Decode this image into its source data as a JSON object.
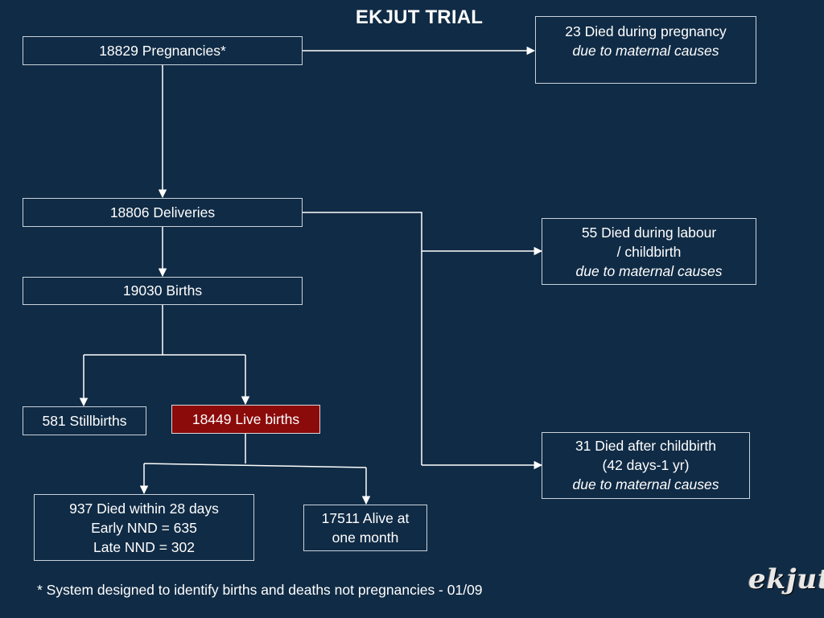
{
  "title": "EKJUT TRIAL",
  "nodes": {
    "pregnancies": "18829 Pregnancies*",
    "died_pregnancy": {
      "line1": "23 Died during pregnancy",
      "line2": "due to maternal causes"
    },
    "deliveries": "18806 Deliveries",
    "died_labour": {
      "line1": "55 Died during labour",
      "line2": "/ childbirth",
      "line3": "due to maternal causes"
    },
    "births": "19030 Births",
    "stillbirths": "581 Stillbirths",
    "live_births": "18449 Live births",
    "died_after": {
      "line1": "31 Died after childbirth",
      "line2": "(42 days-1 yr)",
      "line3": "due to maternal causes"
    },
    "died_within": {
      "line1": "937 Died within  28 days",
      "line2": "Early NND = 635",
      "line3": "Late NND = 302"
    },
    "alive": {
      "line1": "17511 Alive at",
      "line2": "one month"
    }
  },
  "footnote": "* System designed to identify births and deaths not pregnancies - 01/09",
  "logo": "ekjut",
  "colors": {
    "background": "#102b45",
    "highlight": "#8b0a0a",
    "line": "#ffffff"
  }
}
